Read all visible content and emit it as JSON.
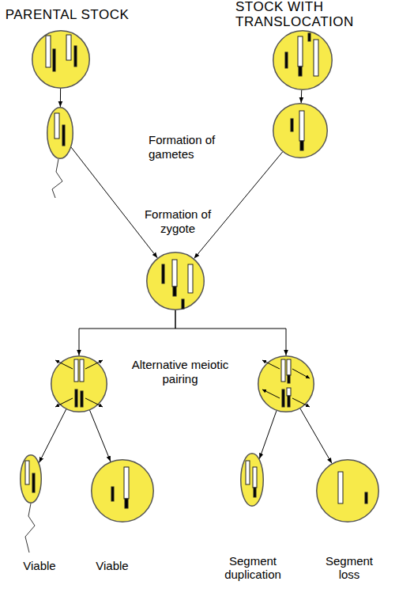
{
  "diagram": {
    "nodes": [
      {
        "text": [
          "PARENTAL STOCK"
        ]
      },
      {
        "text": [
          "STOCK WITH TRANSLOCATION"
        ]
      },
      {
        "text": []
      },
      {
        "text": []
      },
      {
        "text": []
      },
      {
        "text": []
      },
      {
        "text": []
      },
      {
        "text": [
          "Viable"
        ]
      },
      {
        "text": [
          "Viable"
        ]
      },
      {
        "text": [
          "Segment duplication"
        ]
      },
      {
        "text": [
          "Segment loss"
        ]
      }
    ],
    "edges": [
      {
        "from": 0,
        "to": 2,
        "arrow": "to"
      },
      {
        "from": 1,
        "to": 3,
        "arrow": "to"
      },
      {
        "from": 2,
        "to": 4,
        "arrow": "to"
      },
      {
        "from": 3,
        "to": 4,
        "arrow": "to"
      },
      {
        "from": 4,
        "to": 5,
        "arrow": "to"
      },
      {
        "from": 4,
        "to": 6,
        "arrow": "to"
      },
      {
        "from": 5,
        "to": 7,
        "arrow": "to"
      },
      {
        "from": 5,
        "to": 8,
        "arrow": "to"
      },
      {
        "from": 6,
        "to": 9,
        "arrow": "to"
      },
      {
        "from": 6,
        "to": 10,
        "arrow": "to"
      }
    ],
    "labels": [
      "Formation of gametes",
      "Formation of zygote",
      "Alternative meiotic pairing"
    ]
  }
}
